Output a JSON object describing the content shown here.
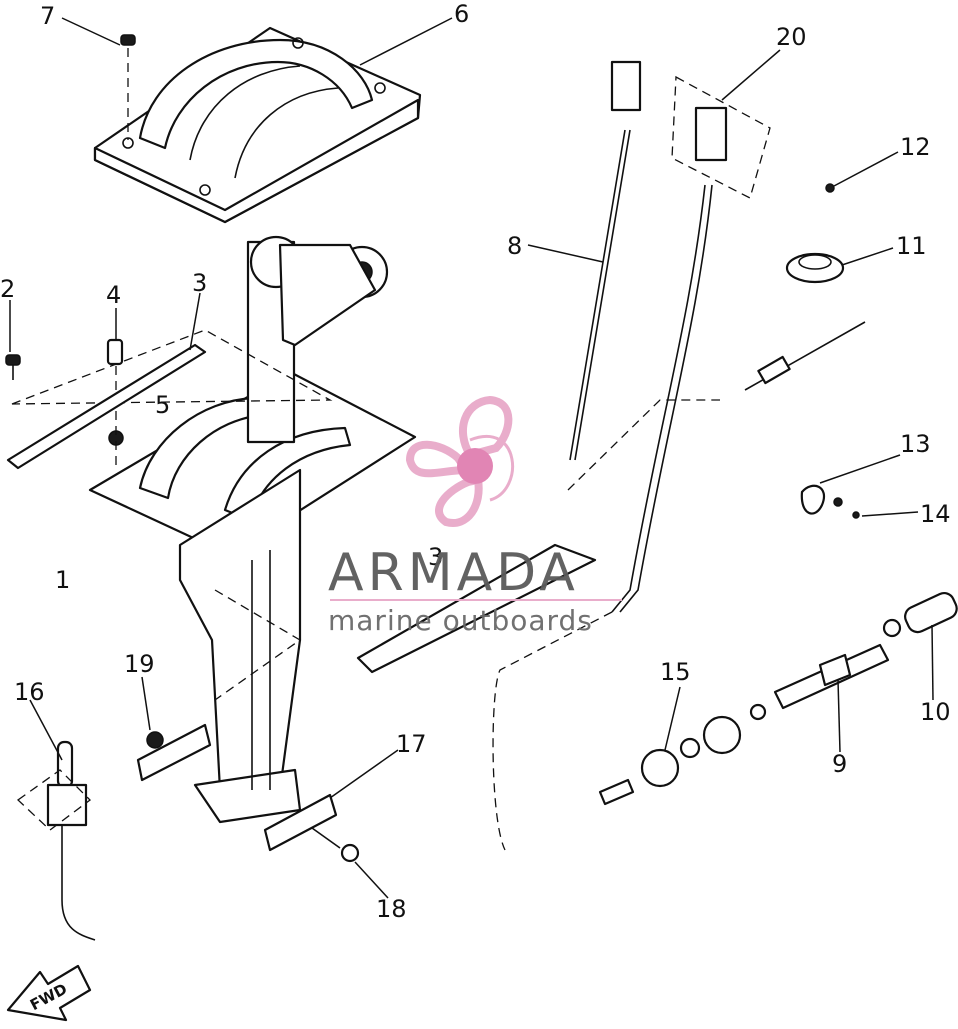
{
  "diagram": {
    "callouts": [
      {
        "id": "1",
        "text": "1"
      },
      {
        "id": "2",
        "text": "2"
      },
      {
        "id": "3a",
        "text": "3"
      },
      {
        "id": "3b",
        "text": "3"
      },
      {
        "id": "4",
        "text": "4"
      },
      {
        "id": "5",
        "text": "5"
      },
      {
        "id": "6",
        "text": "6"
      },
      {
        "id": "7",
        "text": "7"
      },
      {
        "id": "8",
        "text": "8"
      },
      {
        "id": "9",
        "text": "9"
      },
      {
        "id": "10",
        "text": "10"
      },
      {
        "id": "11",
        "text": "11"
      },
      {
        "id": "12",
        "text": "12"
      },
      {
        "id": "13",
        "text": "13"
      },
      {
        "id": "14",
        "text": "14"
      },
      {
        "id": "15",
        "text": "15"
      },
      {
        "id": "16",
        "text": "16"
      },
      {
        "id": "17",
        "text": "17"
      },
      {
        "id": "18",
        "text": "18"
      },
      {
        "id": "19",
        "text": "19"
      },
      {
        "id": "20",
        "text": "20"
      }
    ],
    "direction_arrow": "FWD"
  },
  "watermark": {
    "title": "ARMADA",
    "subtitle": "marine outboards",
    "logo_color": "#e8a9c9",
    "logo_hub_color": "#e07fb0"
  }
}
